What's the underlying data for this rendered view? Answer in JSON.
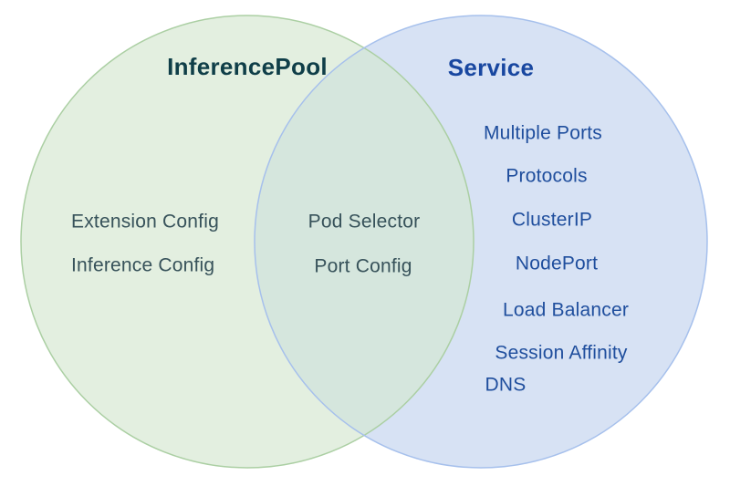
{
  "diagram": {
    "type": "venn",
    "background_color": "#ffffff",
    "left": {
      "title": "InferencePool",
      "title_color": "#0f3e48",
      "fill": "#e3efe0",
      "stroke": "#abcfa3",
      "text_color": "#37525a",
      "items": [
        "Extension Config",
        "Inference Config"
      ]
    },
    "right": {
      "title": "Service",
      "title_color": "#1847a0",
      "fill": "#d7e2f4",
      "stroke": "#a6c0ec",
      "text_color": "#1f4e9d",
      "items": [
        "Multiple Ports",
        "Protocols",
        "ClusterIP",
        "NodePort",
        "Load Balancer",
        "Session Affinity",
        "DNS"
      ]
    },
    "intersection": {
      "fill": "#d5e6dd",
      "text_color": "#37525a",
      "items": [
        "Pod Selector",
        "Port Config"
      ]
    }
  }
}
